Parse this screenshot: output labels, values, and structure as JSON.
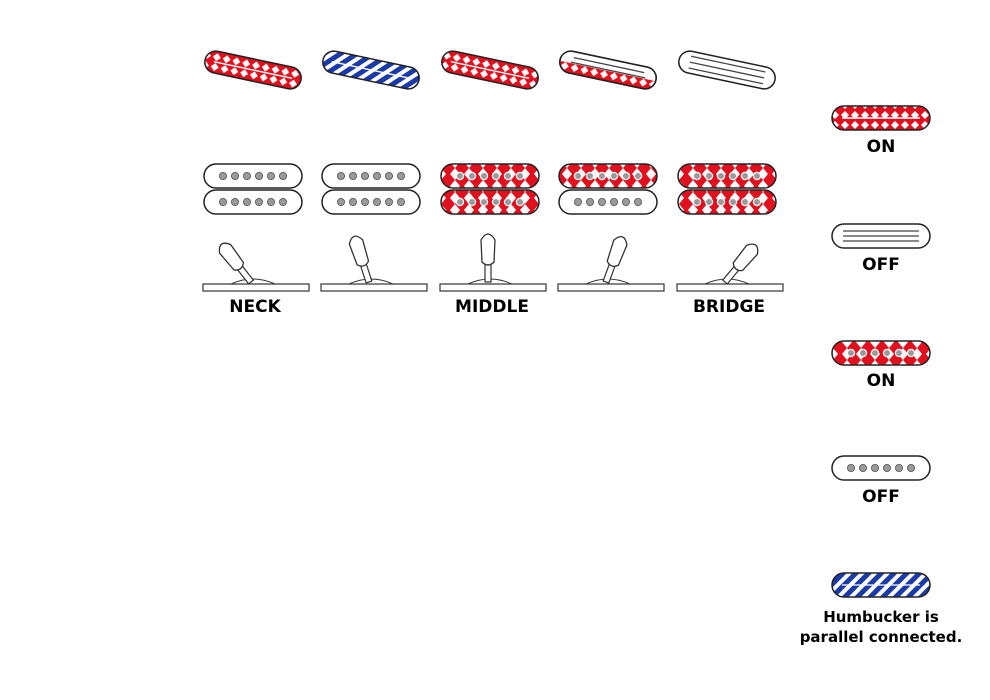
{
  "positions": [
    {
      "label": "NECK",
      "single": "on",
      "top_humbucker": "off",
      "bottom_humbucker": "off",
      "switch": "neck"
    },
    {
      "label": "",
      "single": "parallel",
      "top_humbucker": "off",
      "bottom_humbucker": "off",
      "switch": "neck-middle"
    },
    {
      "label": "MIDDLE",
      "single": "on",
      "top_humbucker": "on",
      "bottom_humbucker": "on",
      "switch": "middle"
    },
    {
      "label": "",
      "single": "split",
      "top_humbucker": "on",
      "bottom_humbucker": "off",
      "switch": "middle-bridge"
    },
    {
      "label": "BRIDGE",
      "single": "off",
      "top_humbucker": "on",
      "bottom_humbucker": "on",
      "switch": "bridge"
    }
  ],
  "legend": {
    "single_on": "ON",
    "single_off": "OFF",
    "coil_on": "ON",
    "coil_off": "OFF",
    "parallel_line1": "Humbucker is",
    "parallel_line2": "parallel connected."
  },
  "colors": {
    "on_red": "#e0101e",
    "parallel_blue": "#1a3aa8",
    "outline": "#222222",
    "pole_gray": "#9a9a9a"
  }
}
